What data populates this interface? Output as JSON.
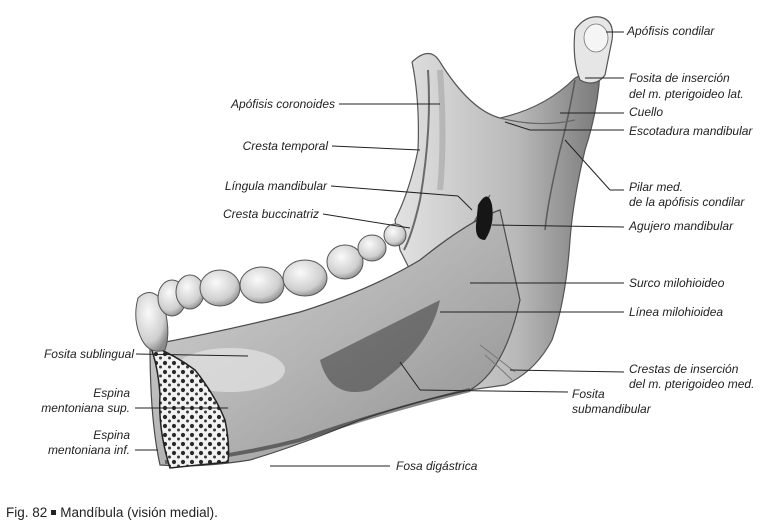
{
  "figure": {
    "caption_number": "Fig. 82",
    "caption_text": "Mandíbula (visión medial)."
  },
  "labels": {
    "apofisis_condilar": "Apófisis condilar",
    "fosita_insercion_1": "Fosita de inserción",
    "fosita_insercion_2": "del m. pterigoideo lat.",
    "cuello": "Cuello",
    "escotadura": "Escotadura mandibular",
    "pilar_1": "Pilar med.",
    "pilar_2": "de la apófisis condilar",
    "agujero": "Agujero mandibular",
    "surco": "Surco milohioideo",
    "linea": "Línea milohioidea",
    "crestas_1": "Crestas de inserción",
    "crestas_2": "del m. pterigoideo med.",
    "fosita_sub_1": "Fosita",
    "fosita_sub_2": "submandibular",
    "fosa_digastrica": "Fosa digástrica",
    "coronoides": "Apófisis coronoides",
    "cresta_temporal": "Cresta temporal",
    "lingula": "Língula mandibular",
    "buccinatriz": "Cresta buccinatriz",
    "fosita_sublingual": "Fosita sublingual",
    "espina_sup_1": "Espina",
    "espina_sup_2": "mentoniana sup.",
    "espina_inf_1": "Espina",
    "espina_inf_2": "mentoniana inf."
  }
}
